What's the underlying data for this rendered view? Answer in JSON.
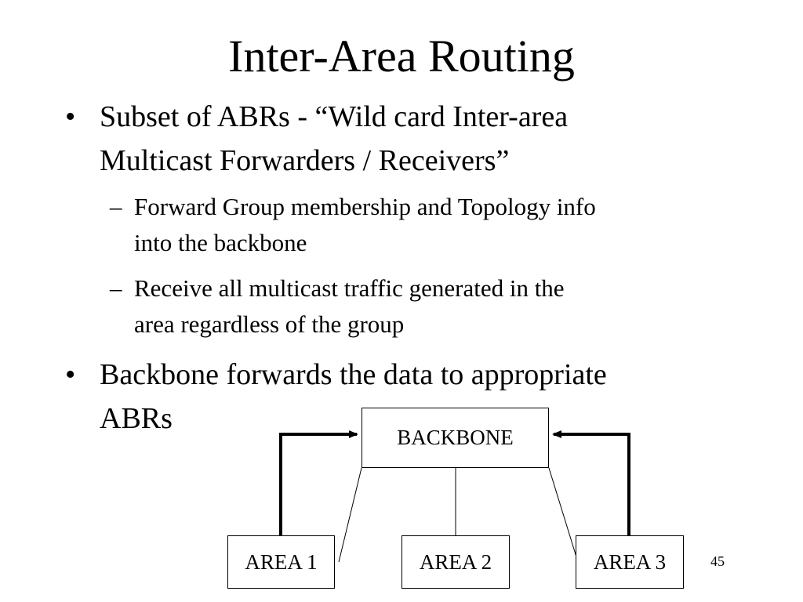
{
  "slide": {
    "title": "Inter-Area Routing",
    "page_number": "45"
  },
  "bullets": [
    {
      "marker": "•",
      "lines": [
        "Subset of ABRs - “Wild card Inter-area",
        "Multicast Forwarders / Receivers”"
      ],
      "sub": [
        {
          "marker": "–",
          "lines": [
            "Forward Group membership and Topology info",
            "into the backbone"
          ]
        },
        {
          "marker": "–",
          "lines": [
            "Receive all multicast traffic generated in the",
            "area regardless of the group"
          ]
        }
      ]
    },
    {
      "marker": "•",
      "lines": [
        "Backbone forwards the data to appropriate",
        "ABRs"
      ]
    }
  ],
  "diagram": {
    "backbone": "BACKBONE",
    "areas": [
      "AREA 1",
      "AREA 2",
      "AREA 3"
    ]
  }
}
